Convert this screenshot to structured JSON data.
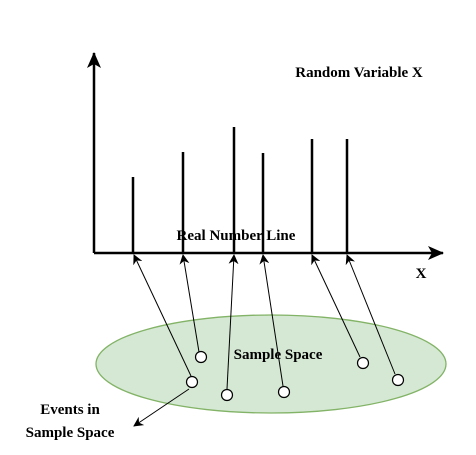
{
  "labels": {
    "random_variable": "Random Variable X",
    "real_number_line": "Real Number Line",
    "axis_x": "X",
    "sample_space": "Sample Space",
    "events_line1": "Events in",
    "events_line2": "Sample Space"
  },
  "colors": {
    "stroke": "#000000",
    "ellipse_fill": "#d5e8d4",
    "ellipse_stroke": "#82b366",
    "event_fill": "#ffffff"
  },
  "diagram": {
    "spike_count": 6,
    "event_count": 6,
    "mapping_arrow_count": 6
  }
}
